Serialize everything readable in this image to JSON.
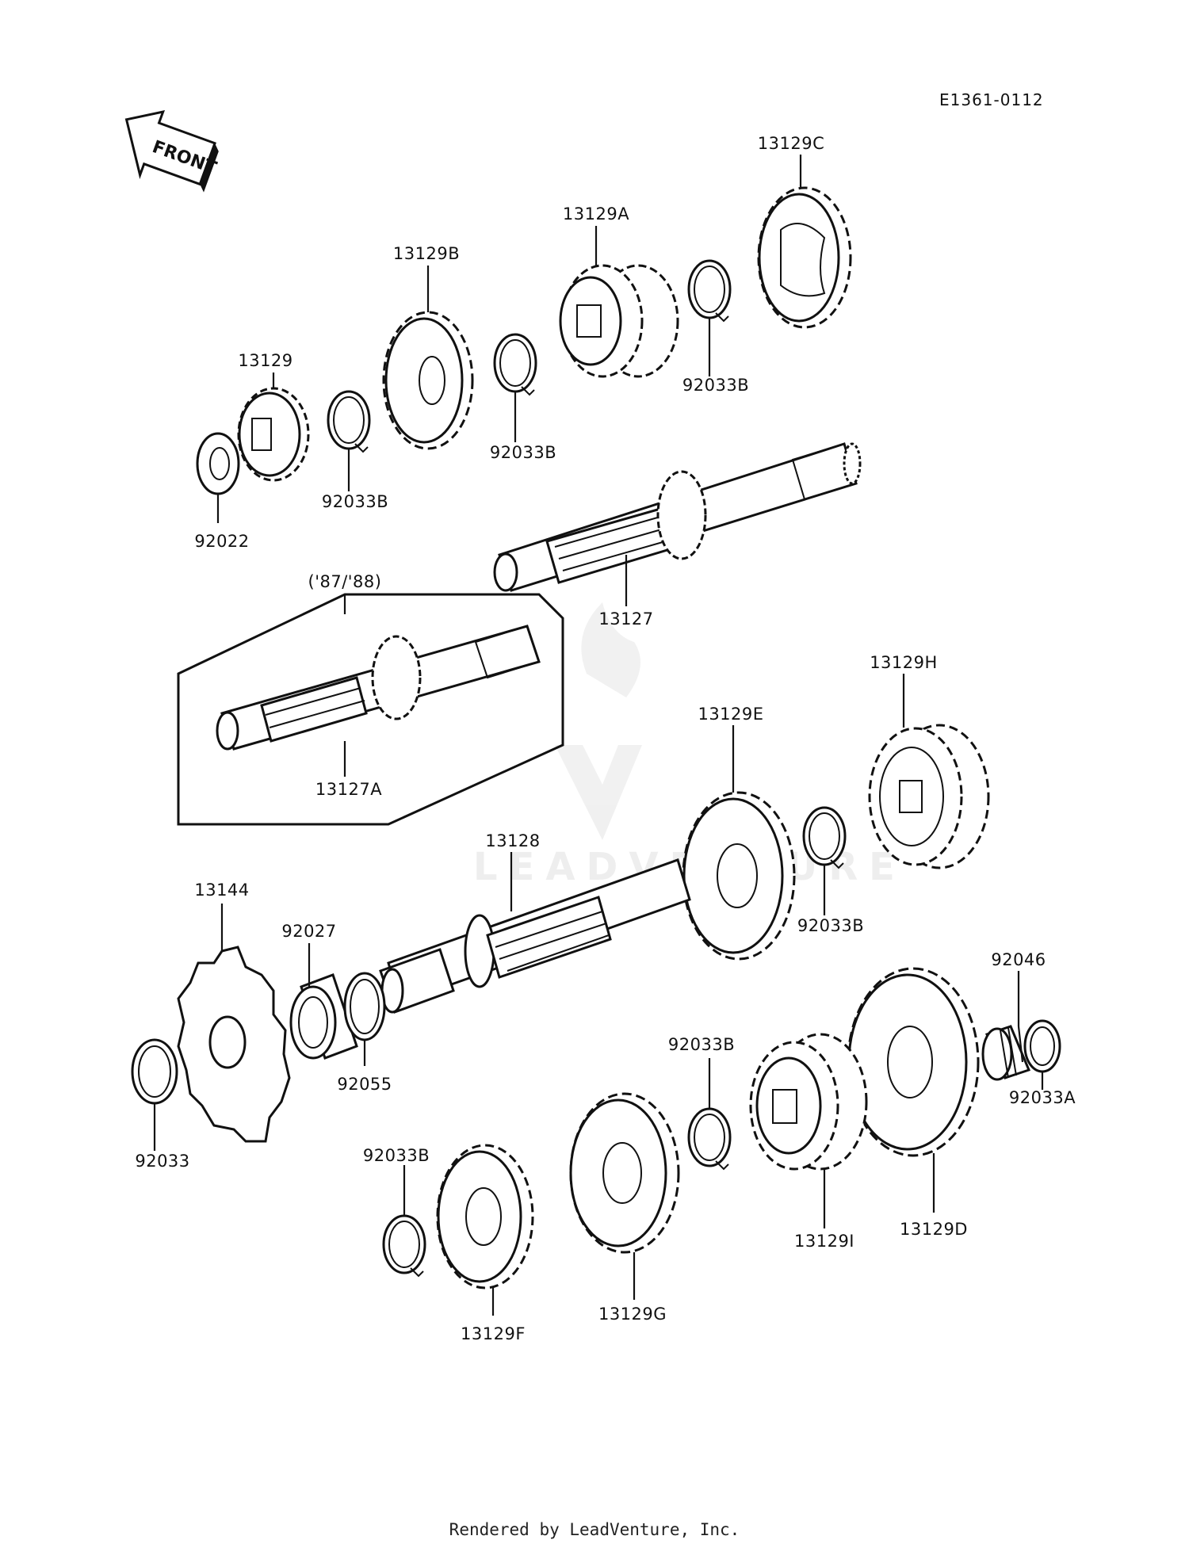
{
  "reference_code": "E1361-0112",
  "front_arrow_label": "FRONT",
  "variant_note": "('87/'88)",
  "footer": "Rendered by LeadVenture, Inc.",
  "watermark": "LEADVENTURE",
  "parts": {
    "p13129C": "13129C",
    "p13129A": "13129A",
    "p13129B": "13129B",
    "p13129": "13129",
    "p92033B_a": "92033B",
    "p92033B_b": "92033B",
    "p92033B_c": "92033B",
    "p92022": "92022",
    "p13127": "13127",
    "p13127A": "13127A",
    "p13129H": "13129H",
    "p13129E": "13129E",
    "p13128": "13128",
    "p13144": "13144",
    "p92027": "92027",
    "p92033B_d": "92033B",
    "p92046": "92046",
    "p92055": "92055",
    "p92033B_e": "92033B",
    "p92033A": "92033A",
    "p92033": "92033",
    "p92033B_f": "92033B",
    "p13129I": "13129I",
    "p13129D": "13129D",
    "p13129G": "13129G",
    "p13129F": "13129F"
  }
}
